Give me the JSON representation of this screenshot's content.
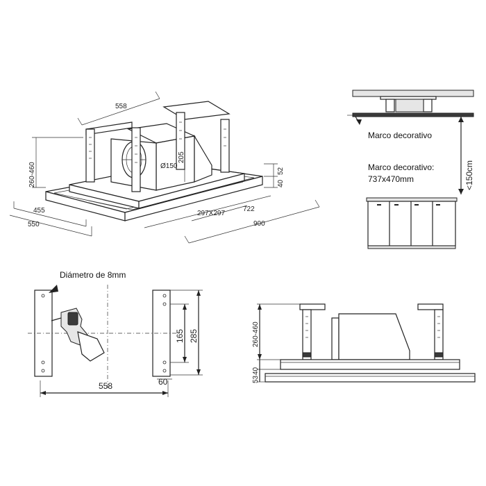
{
  "top_view": {
    "dim_width": "558",
    "dim_height_range": "260-460",
    "dim_fan_diameter": "Ø150",
    "dim_body_height": "205",
    "dim_frame_depth_a": "455",
    "dim_frame_depth_b": "550",
    "dim_outlet": "297X297",
    "dim_body_length": "722",
    "dim_total_length": "900",
    "dim_side_a": "52",
    "dim_side_b": "40"
  },
  "side_view": {
    "label_frame": "Marco decorativo",
    "label_frame_size_title": "Marco decorativo:",
    "label_frame_size_value": "737x470mm",
    "dim_clearance": "<150cm"
  },
  "mounting_view": {
    "label_drill": "Diámetro de 8mm",
    "dim_span": "558",
    "dim_offset": "60",
    "dim_inner": "165",
    "dim_outer": "285"
  },
  "front_view": {
    "dim_height_range": "260-460",
    "dim_a": "40",
    "dim_b": "53"
  }
}
